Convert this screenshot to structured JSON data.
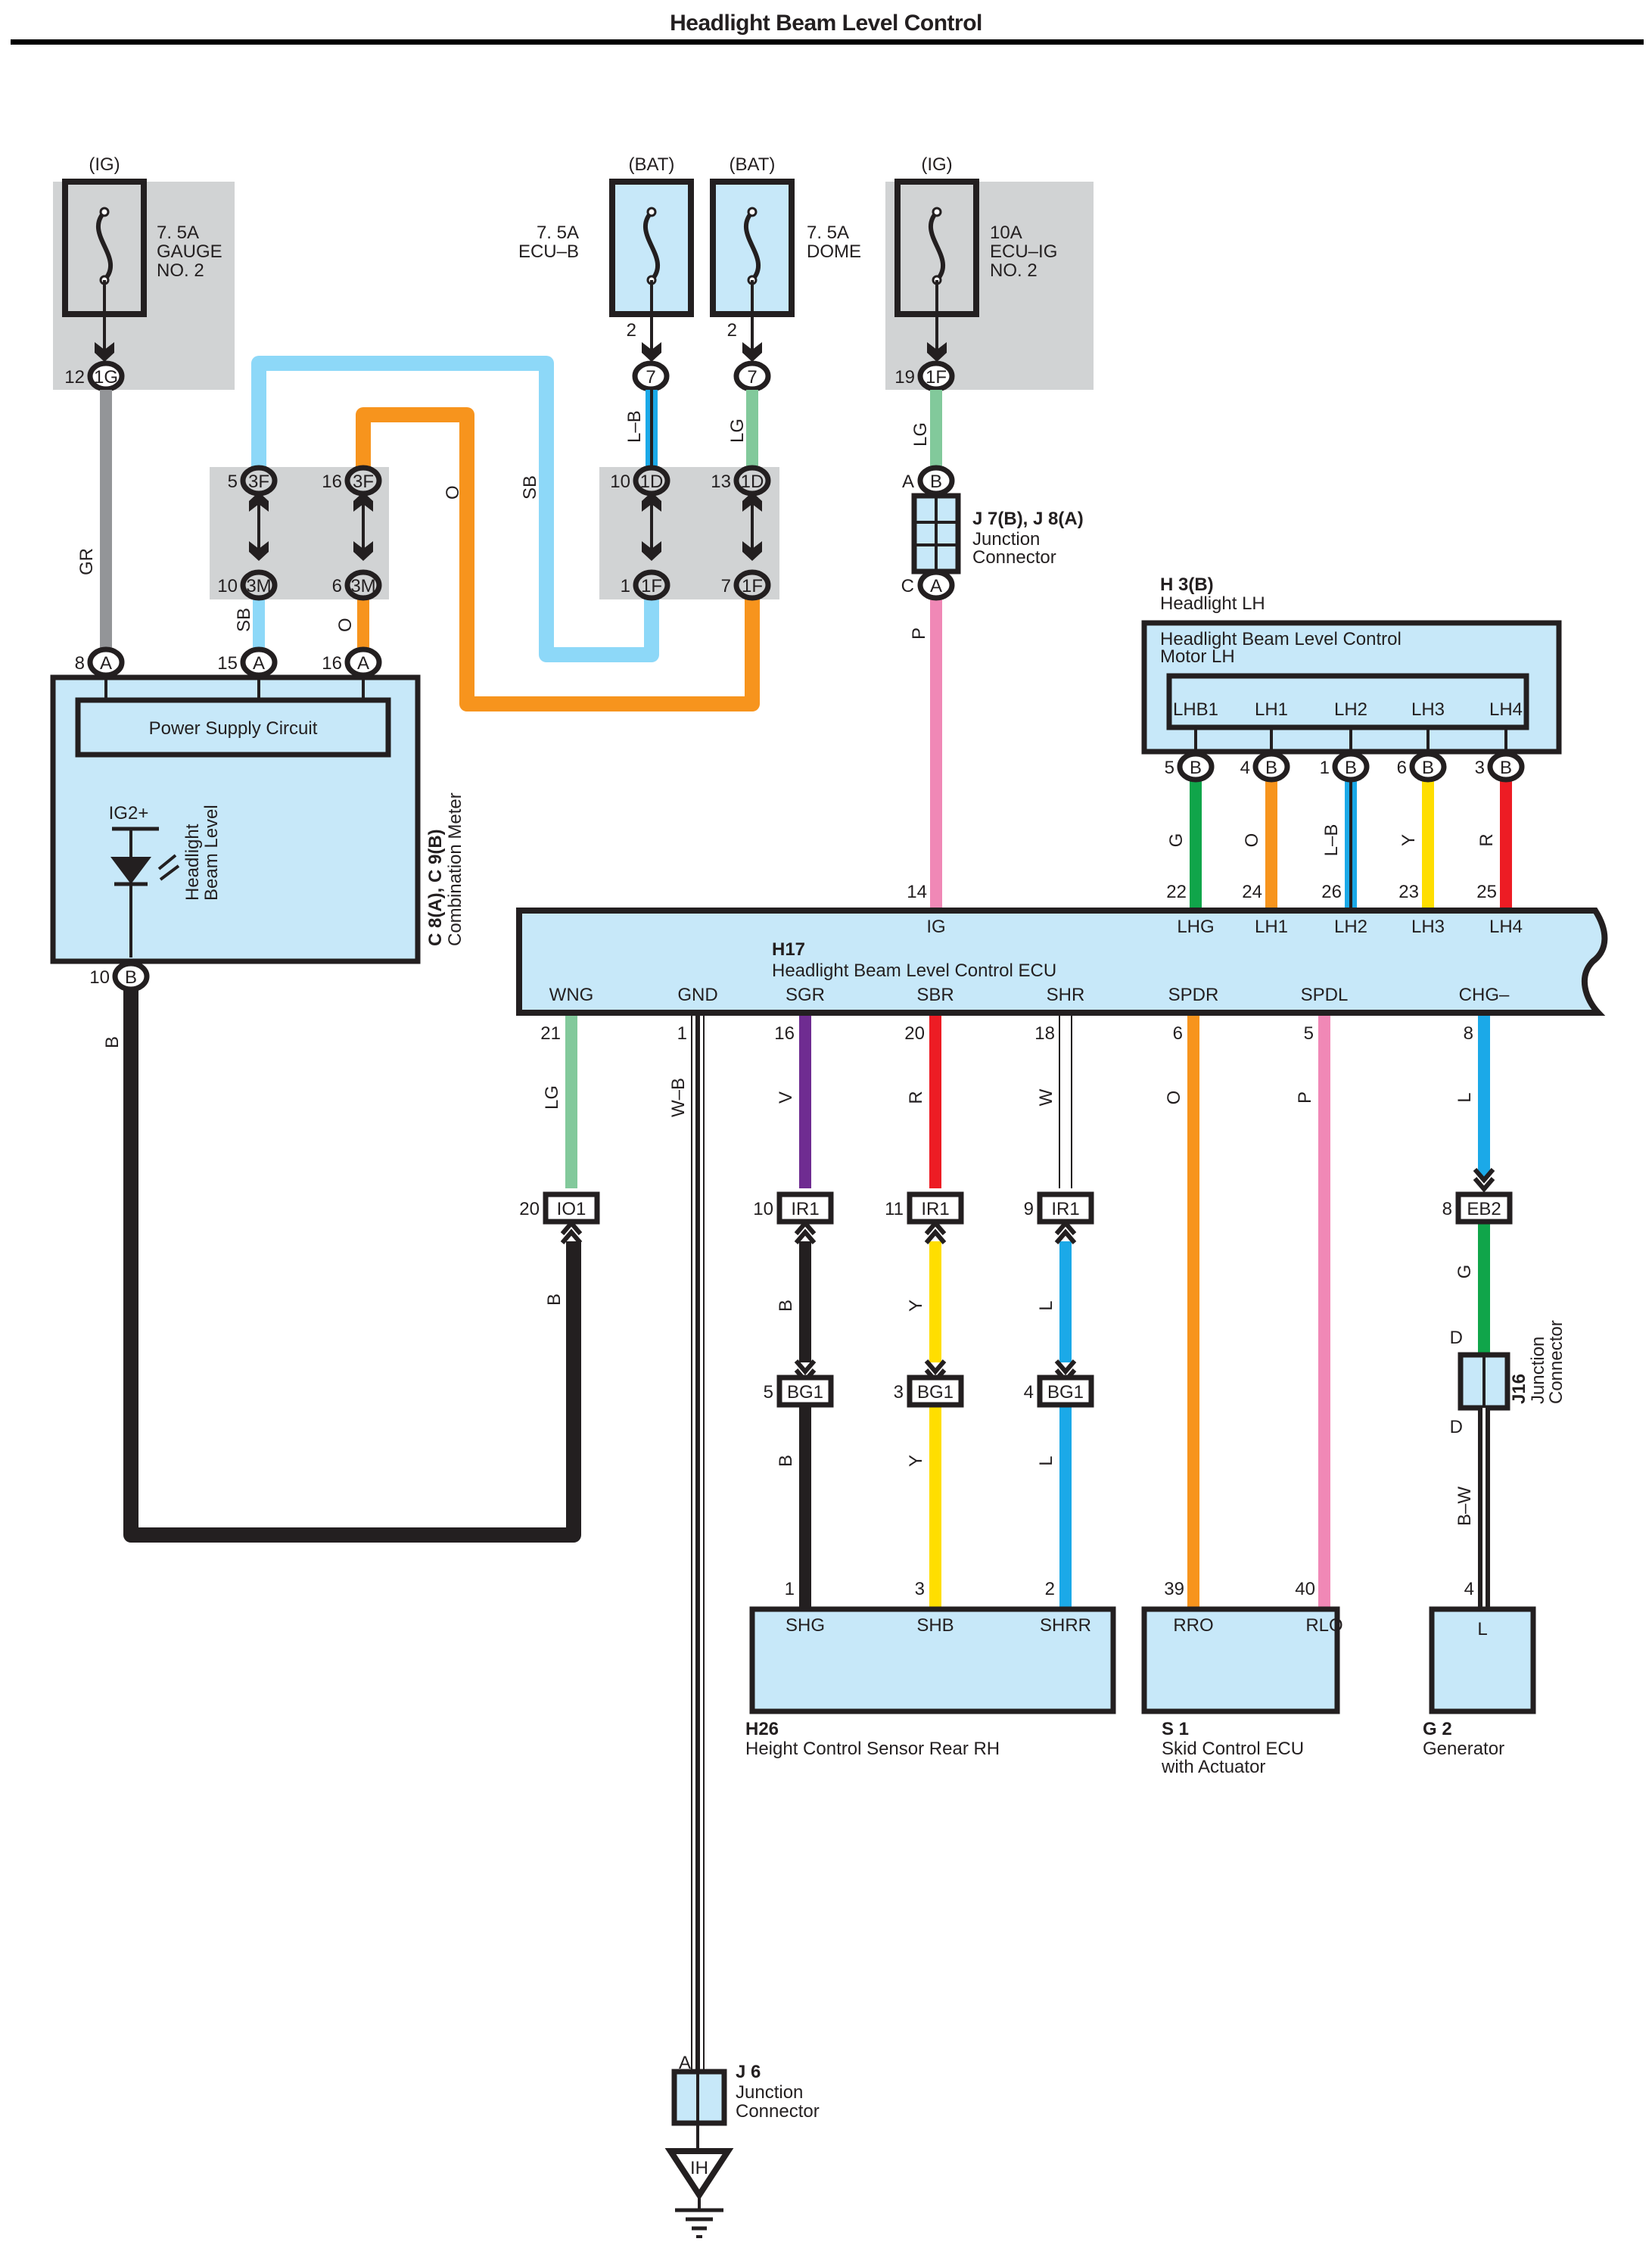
{
  "page": {
    "title": "Headlight Beam Level Control"
  },
  "colors": {
    "GR": "#939598",
    "SB": "#8dd8f8",
    "O": "#f7941d",
    "LG": "#82c99b",
    "L": "#1ba9e8",
    "P": "#f088b6",
    "G": "#10a54a",
    "Y": "#ffde00",
    "R": "#ed1c24",
    "V": "#6f2c91",
    "B": "#231f20",
    "W": "#ffffff",
    "component_fill": "#c7e8f9",
    "shade": "#d1d3d4",
    "outline": "#231f20"
  },
  "fuses": [
    {
      "id": "gauge2",
      "source": "(IG)",
      "rating": "7. 5A",
      "name_lines": [
        "GAUGE",
        "NO. 2"
      ],
      "pin": "12",
      "connector": "1G"
    },
    {
      "id": "ecub",
      "source": "(BAT)",
      "rating": "7. 5A",
      "name_lines": [
        "ECU–B"
      ],
      "pin": "2",
      "connector": "7"
    },
    {
      "id": "dome",
      "source": "(BAT)",
      "rating": "7. 5A",
      "name_lines": [
        "DOME"
      ],
      "pin": "2",
      "connector": "7"
    },
    {
      "id": "ecuig2",
      "source": "(IG)",
      "rating": "10A",
      "name_lines": [
        "ECU–IG",
        "NO. 2"
      ],
      "pin": "19",
      "connector": "1F"
    }
  ],
  "junction_blocks": [
    {
      "pins": [
        {
          "top_pin": "5",
          "top": "3F",
          "bottom_pin": "10",
          "bottom": "3M"
        },
        {
          "top_pin": "16",
          "top": "3F",
          "bottom_pin": "6",
          "bottom": "3M"
        }
      ]
    },
    {
      "pins": [
        {
          "top_pin": "10",
          "top": "1D",
          "bottom_pin": "1",
          "bottom": "1F"
        },
        {
          "top_pin": "13",
          "top": "1D",
          "bottom_pin": "7",
          "bottom": "1F"
        }
      ]
    }
  ],
  "combination_meter": {
    "code": "C 8(A), C 9(B)",
    "name": "Combination Meter",
    "inner_block": "Power Supply Circuit",
    "indicator_terminal": "IG2+",
    "indicator_label_lines": [
      "Headlight",
      "Beam Level"
    ],
    "pins": [
      {
        "pin": "8",
        "conn": "A"
      },
      {
        "pin": "15",
        "conn": "A"
      },
      {
        "pin": "16",
        "conn": "A"
      },
      {
        "pin": "10",
        "conn": "B"
      }
    ]
  },
  "junction_j7j8": {
    "code": "J 7(B), J 8(A)",
    "name_lines": [
      "Junction",
      "Connector"
    ],
    "top_pin": "A",
    "top_conn": "B",
    "bottom_pin": "C",
    "bottom_conn": "A"
  },
  "headlight_lh": {
    "code": "H 3(B)",
    "name": "Headlight LH",
    "inner_title_lines": [
      "Headlight Beam Level Control",
      "Motor LH"
    ],
    "terminals": [
      {
        "name": "LHB1",
        "pin": "5",
        "conn": "B",
        "wire": "G"
      },
      {
        "name": "LH1",
        "pin": "4",
        "conn": "B",
        "wire": "O"
      },
      {
        "name": "LH2",
        "pin": "1",
        "conn": "B",
        "wire": "L–B"
      },
      {
        "name": "LH3",
        "pin": "6",
        "conn": "B",
        "wire": "Y"
      },
      {
        "name": "LH4",
        "pin": "3",
        "conn": "B",
        "wire": "R"
      }
    ]
  },
  "ecu": {
    "code": "H17",
    "name": "Headlight Beam Level Control ECU",
    "top_terminals": [
      {
        "name": "IG",
        "pin": "14"
      },
      {
        "name": "LHG",
        "pin": "22"
      },
      {
        "name": "LH1",
        "pin": "24"
      },
      {
        "name": "LH2",
        "pin": "26"
      },
      {
        "name": "LH3",
        "pin": "23"
      },
      {
        "name": "LH4",
        "pin": "25"
      }
    ],
    "bottom_terminals": [
      {
        "name": "WNG",
        "pin": "21",
        "wire": "LG"
      },
      {
        "name": "GND",
        "pin": "1",
        "wire": "W–B"
      },
      {
        "name": "SGR",
        "pin": "16",
        "wire": "V"
      },
      {
        "name": "SBR",
        "pin": "20",
        "wire": "R"
      },
      {
        "name": "SHR",
        "pin": "18",
        "wire": "W"
      },
      {
        "name": "SPDR",
        "pin": "6",
        "wire": "O"
      },
      {
        "name": "SPDL",
        "pin": "5",
        "wire": "P"
      },
      {
        "name": "CHG–",
        "pin": "8",
        "wire": "L"
      }
    ]
  },
  "inline_connectors": [
    {
      "pin": "20",
      "conn": "IO1"
    },
    {
      "pin": "10",
      "conn": "IR1"
    },
    {
      "pin": "11",
      "conn": "IR1"
    },
    {
      "pin": "9",
      "conn": "IR1"
    },
    {
      "pin": "8",
      "conn": "EB2"
    },
    {
      "pin": "5",
      "conn": "BG1"
    },
    {
      "pin": "3",
      "conn": "BG1"
    },
    {
      "pin": "4",
      "conn": "BG1"
    }
  ],
  "wire_labels": {
    "gr": "GR",
    "sb_left": "SB",
    "o_left": "O",
    "o_loop": "O",
    "sb_loop": "SB",
    "lb_top": "L–B",
    "lg_top": "LG",
    "lg_ig": "LG",
    "p_ig": "P",
    "b_meter": "B",
    "b_io1": "B",
    "b_ir": "B",
    "y_ir": "Y",
    "l_ir": "L",
    "b_bg": "B",
    "y_bg": "Y",
    "l_bg": "L",
    "g_eb2": "G",
    "bw_gen": "B–W",
    "j16_top": "D",
    "j16_bottom": "D"
  },
  "height_sensor": {
    "code": "H26",
    "name": "Height Control Sensor Rear RH",
    "terminals": [
      {
        "name": "SHG",
        "pin": "1"
      },
      {
        "name": "SHB",
        "pin": "3"
      },
      {
        "name": "SHRR",
        "pin": "2"
      }
    ]
  },
  "skid_ecu": {
    "code": "S 1",
    "name_lines": [
      "Skid Control ECU",
      "with Actuator"
    ],
    "terminals": [
      {
        "name": "RRO",
        "pin": "39"
      },
      {
        "name": "RLO",
        "pin": "40"
      }
    ]
  },
  "generator": {
    "code": "G 2",
    "name": "Generator",
    "terminals": [
      {
        "name": "L",
        "pin": "4"
      }
    ]
  },
  "junction_j16": {
    "code": "J16",
    "name_lines": [
      "Junction",
      "Connector"
    ]
  },
  "junction_j6": {
    "code": "J 6",
    "name_lines": [
      "Junction",
      "Connector"
    ],
    "pin": "A"
  },
  "ground": {
    "label": "IH"
  }
}
